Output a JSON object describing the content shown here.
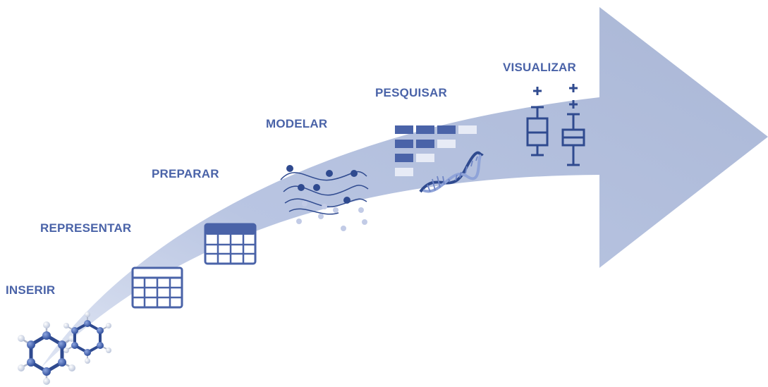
{
  "diagram": {
    "steps": [
      {
        "key": "inserir",
        "label": "INSERIR",
        "icon": "molecule-icon"
      },
      {
        "key": "representar",
        "label": "REPRESENTAR",
        "icon": "table-grid-icon"
      },
      {
        "key": "preparar",
        "label": "PREPARAR",
        "icon": "table-header-icon"
      },
      {
        "key": "modelar",
        "label": "MODELAR",
        "icon": "scatter-curves-icon"
      },
      {
        "key": "pesquisar",
        "label": "PESQUISAR",
        "icon": "heatmap-dna-icon"
      },
      {
        "key": "visualizar",
        "label": "VISUALIZAR",
        "icon": "boxplot-icon"
      }
    ],
    "colors": {
      "arrow": "#aab7d6",
      "accent": "#4a63a8",
      "dark": "#2f4a8f",
      "light": "#c9d2ea"
    }
  }
}
